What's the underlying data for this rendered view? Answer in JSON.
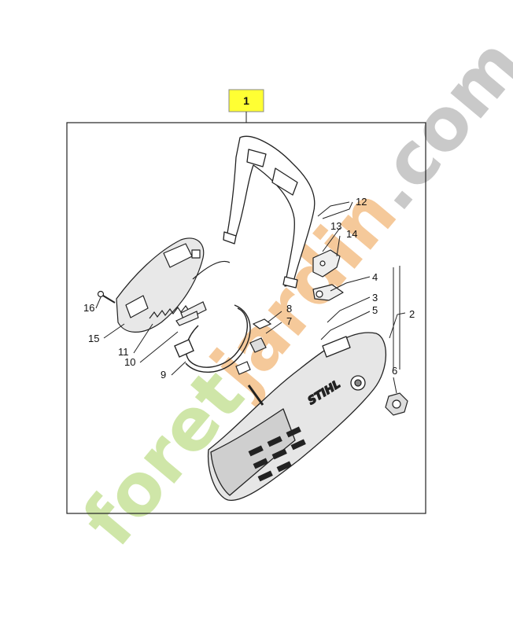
{
  "diagram": {
    "main_label": "1",
    "highlight_color": "#ffff33",
    "callouts": [
      {
        "id": "2",
        "text": "2"
      },
      {
        "id": "3",
        "text": "3"
      },
      {
        "id": "4",
        "text": "4"
      },
      {
        "id": "5",
        "text": "5"
      },
      {
        "id": "6",
        "text": "6"
      },
      {
        "id": "7",
        "text": "7"
      },
      {
        "id": "8",
        "text": "8"
      },
      {
        "id": "9",
        "text": "9"
      },
      {
        "id": "10",
        "text": "10"
      },
      {
        "id": "11",
        "text": "11"
      },
      {
        "id": "12",
        "text": "12"
      },
      {
        "id": "13",
        "text": "13"
      },
      {
        "id": "14",
        "text": "14"
      },
      {
        "id": "15",
        "text": "15"
      },
      {
        "id": "16",
        "text": "16"
      }
    ],
    "brand_text": "STIHL"
  },
  "watermark": {
    "part1": "foret",
    "part2": "jardin",
    "part3": ".com",
    "color_green": "#cfe6a8",
    "color_orange": "#f5c99a",
    "color_gray": "#c9c9c9"
  }
}
